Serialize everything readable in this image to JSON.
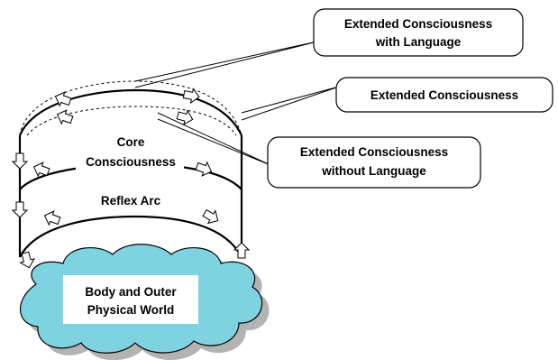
{
  "callouts": {
    "with_language": {
      "line1": "Extended Consciousness",
      "line2": "with Language"
    },
    "extended": {
      "line1": "Extended Consciousness"
    },
    "without_language": {
      "line1": "Extended Consciousness",
      "line2": "without Language"
    }
  },
  "labels": {
    "core_line1": "Core",
    "core_line2": "Consciousness",
    "reflex_arc": "Reflex Arc",
    "body_line1": "Body and Outer",
    "body_line2": "Physical World"
  },
  "colors": {
    "cloud_fill": "#7fd3e0",
    "cloud_shadow": "#b3b3b3",
    "stroke": "#000000",
    "box_fill": "#ffffff"
  }
}
